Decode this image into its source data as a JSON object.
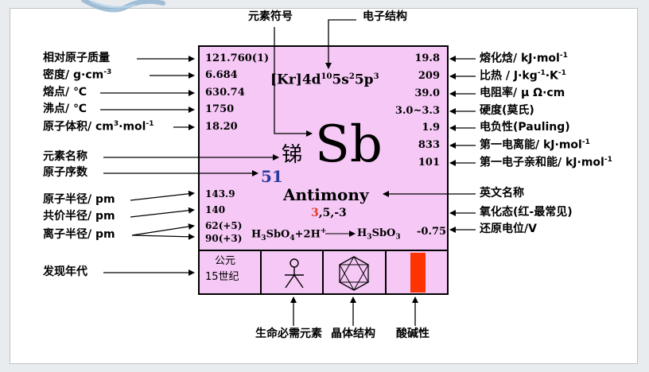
{
  "labels": {
    "symbol_label": "元素符号",
    "electron_structure": "电子结构",
    "atomic_mass": "相对原子质量",
    "density_pre": "密度/ g·cm",
    "density_sup": "-3",
    "melting_point": "熔点/ ℃",
    "boiling_point": "沸点/ ℃",
    "atomic_volume_pre": "原子体积/ cm",
    "atomic_volume_sup1": "3",
    "atomic_volume_mid": "·mol",
    "atomic_volume_sup2": "-1",
    "element_name": "元素名称",
    "atomic_number": "原子序数",
    "atomic_radius": "原子半径/ pm",
    "covalent_radius": "共价半径/ pm",
    "ionic_radius": "离子半径/ pm",
    "discovery_era": "发现年代",
    "heat_fusion_pre": "熔化焓/ kJ·mol",
    "heat_fusion_sup": "-1",
    "specific_heat_pre": "比热 / J·kg",
    "specific_heat_sup1": "-1",
    "specific_heat_mid": "·K",
    "specific_heat_sup2": "-1",
    "resistivity": "电阻率/ μ Ω·cm",
    "hardness": "硬度(莫氏)",
    "electronegativity": "电负性(Pauling)",
    "ionization_pre": "第一电离能/ kJ·mol",
    "ionization_sup": "-1",
    "affinity_pre": "第一电子亲和能/ kJ·mol",
    "affinity_sup": "-1",
    "english_name": "英文名称",
    "oxidation_states": "氧化态(红-最常见)",
    "reduction_potential": "还原电位/V",
    "essential_element": "生命必需元素",
    "crystal_structure": "晶体结构",
    "acidity": "酸碱性"
  },
  "values": {
    "atomic_mass": "121.760(1)",
    "density": "6.684",
    "melting_point": "630.74",
    "boiling_point": "1750",
    "atomic_volume": "18.20",
    "heat_fusion": "19.8",
    "specific_heat": "209",
    "resistivity": "39.0",
    "hardness": "3.0~3.3",
    "electronegativity": "1.9",
    "ionization": "833",
    "affinity": "101",
    "config_core": "[Kr]4d",
    "config_sup1": "10",
    "config_mid": "5s",
    "config_sup2": "2",
    "config_end": "5p",
    "config_sup3": "3",
    "symbol": "Sb",
    "chinese_name": "锑",
    "atomic_number": "51",
    "english_name": "Antimony",
    "ox_common": "3",
    "ox_rest": ",5,-3",
    "atomic_radius": "143.9",
    "covalent_radius": "140",
    "ionic_radius_1": "62(+5)",
    "ionic_radius_2": "90(+3)",
    "reaction_a": "H",
    "reaction_a_sub": "3",
    "reaction_b": "SbO",
    "reaction_b_sub": "4",
    "reaction_c": "+2H",
    "reaction_c_sup": "+",
    "reaction_d": "H",
    "reaction_d_sub": "3",
    "reaction_e": "SbO",
    "reaction_e_sub": "3",
    "potential": "-0.75",
    "discovery_line1": "公元",
    "discovery_line2": "15世纪"
  },
  "colors": {
    "card_bg": "#f5c8f5",
    "atomic_number": "#2b3a9c",
    "ox_common": "#e53a2b",
    "acidity_bar": "#ff3300"
  },
  "icons": {
    "essential": "person-icon",
    "crystal": "hexagon-icon",
    "acidity": "acidity-bar"
  }
}
